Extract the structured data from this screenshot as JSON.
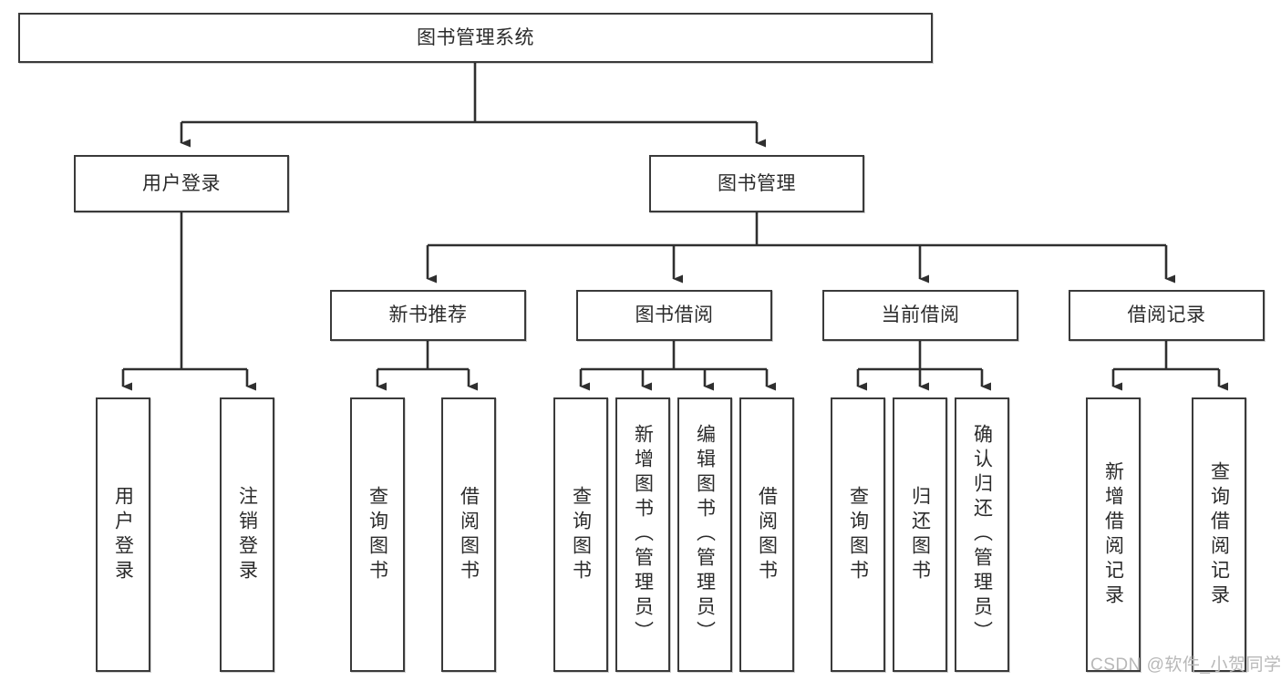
{
  "diagram": {
    "type": "tree-hierarchy",
    "orientation": "top-down",
    "root": {
      "id": "root",
      "label": "图书管理系统"
    },
    "level2": [
      {
        "id": "user-login",
        "label": "用户登录"
      },
      {
        "id": "book-management",
        "label": "图书管理"
      }
    ],
    "level3": [
      {
        "id": "new-book-recommend",
        "label": "新书推荐",
        "parent": "book-management"
      },
      {
        "id": "book-borrow",
        "label": "图书借阅",
        "parent": "book-management"
      },
      {
        "id": "current-borrow",
        "label": "当前借阅",
        "parent": "book-management"
      },
      {
        "id": "borrow-record",
        "label": "借阅记录",
        "parent": "book-management"
      }
    ],
    "leaves": [
      {
        "id": "leaf-user-login",
        "label": "用户登录",
        "parent": "user-login"
      },
      {
        "id": "leaf-logout",
        "label": "注销登录",
        "parent": "user-login"
      },
      {
        "id": "leaf-query-book-1",
        "label": "查询图书",
        "parent": "new-book-recommend"
      },
      {
        "id": "leaf-borrow-book-1",
        "label": "借阅图书",
        "parent": "new-book-recommend"
      },
      {
        "id": "leaf-query-book-2",
        "label": "查询图书",
        "parent": "book-borrow"
      },
      {
        "id": "leaf-add-book",
        "label": "新增图书（管理员）",
        "parent": "book-borrow"
      },
      {
        "id": "leaf-edit-book",
        "label": "编辑图书（管理员）",
        "parent": "book-borrow"
      },
      {
        "id": "leaf-borrow-book-2",
        "label": "借阅图书",
        "parent": "book-borrow"
      },
      {
        "id": "leaf-query-book-3",
        "label": "查询图书",
        "parent": "current-borrow"
      },
      {
        "id": "leaf-return-book",
        "label": "归还图书",
        "parent": "current-borrow"
      },
      {
        "id": "leaf-confirm-return",
        "label": "确认归还（管理员）",
        "parent": "current-borrow"
      },
      {
        "id": "leaf-add-record",
        "label": "新增借阅记录",
        "parent": "borrow-record"
      },
      {
        "id": "leaf-query-record",
        "label": "查询借阅记录",
        "parent": "borrow-record"
      }
    ]
  },
  "watermark": {
    "text": "CSDN @软件_小贺同学"
  },
  "colors": {
    "border": "#3a3a3a",
    "text": "#2b2b2b",
    "background": "#ffffff",
    "connector": "#2f2f2f",
    "watermark": "#b8b8b8"
  }
}
